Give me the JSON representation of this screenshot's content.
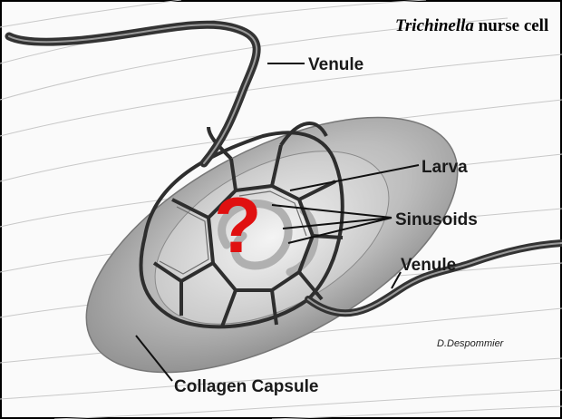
{
  "title": {
    "italic": "Trichinella",
    "rest": " nurse cell"
  },
  "labels": {
    "venule_top": "Venule",
    "larva": "Larva",
    "sinusoids": "Sinusoids",
    "venule_right": "Venule",
    "collagen_capsule": "Collagen Capsule"
  },
  "credit": "D.Despommier",
  "overlay_symbol": "?",
  "colors": {
    "question_mark": "#e01010",
    "vessel": "#2e2e2e",
    "capsule": "#9a9a9a"
  }
}
